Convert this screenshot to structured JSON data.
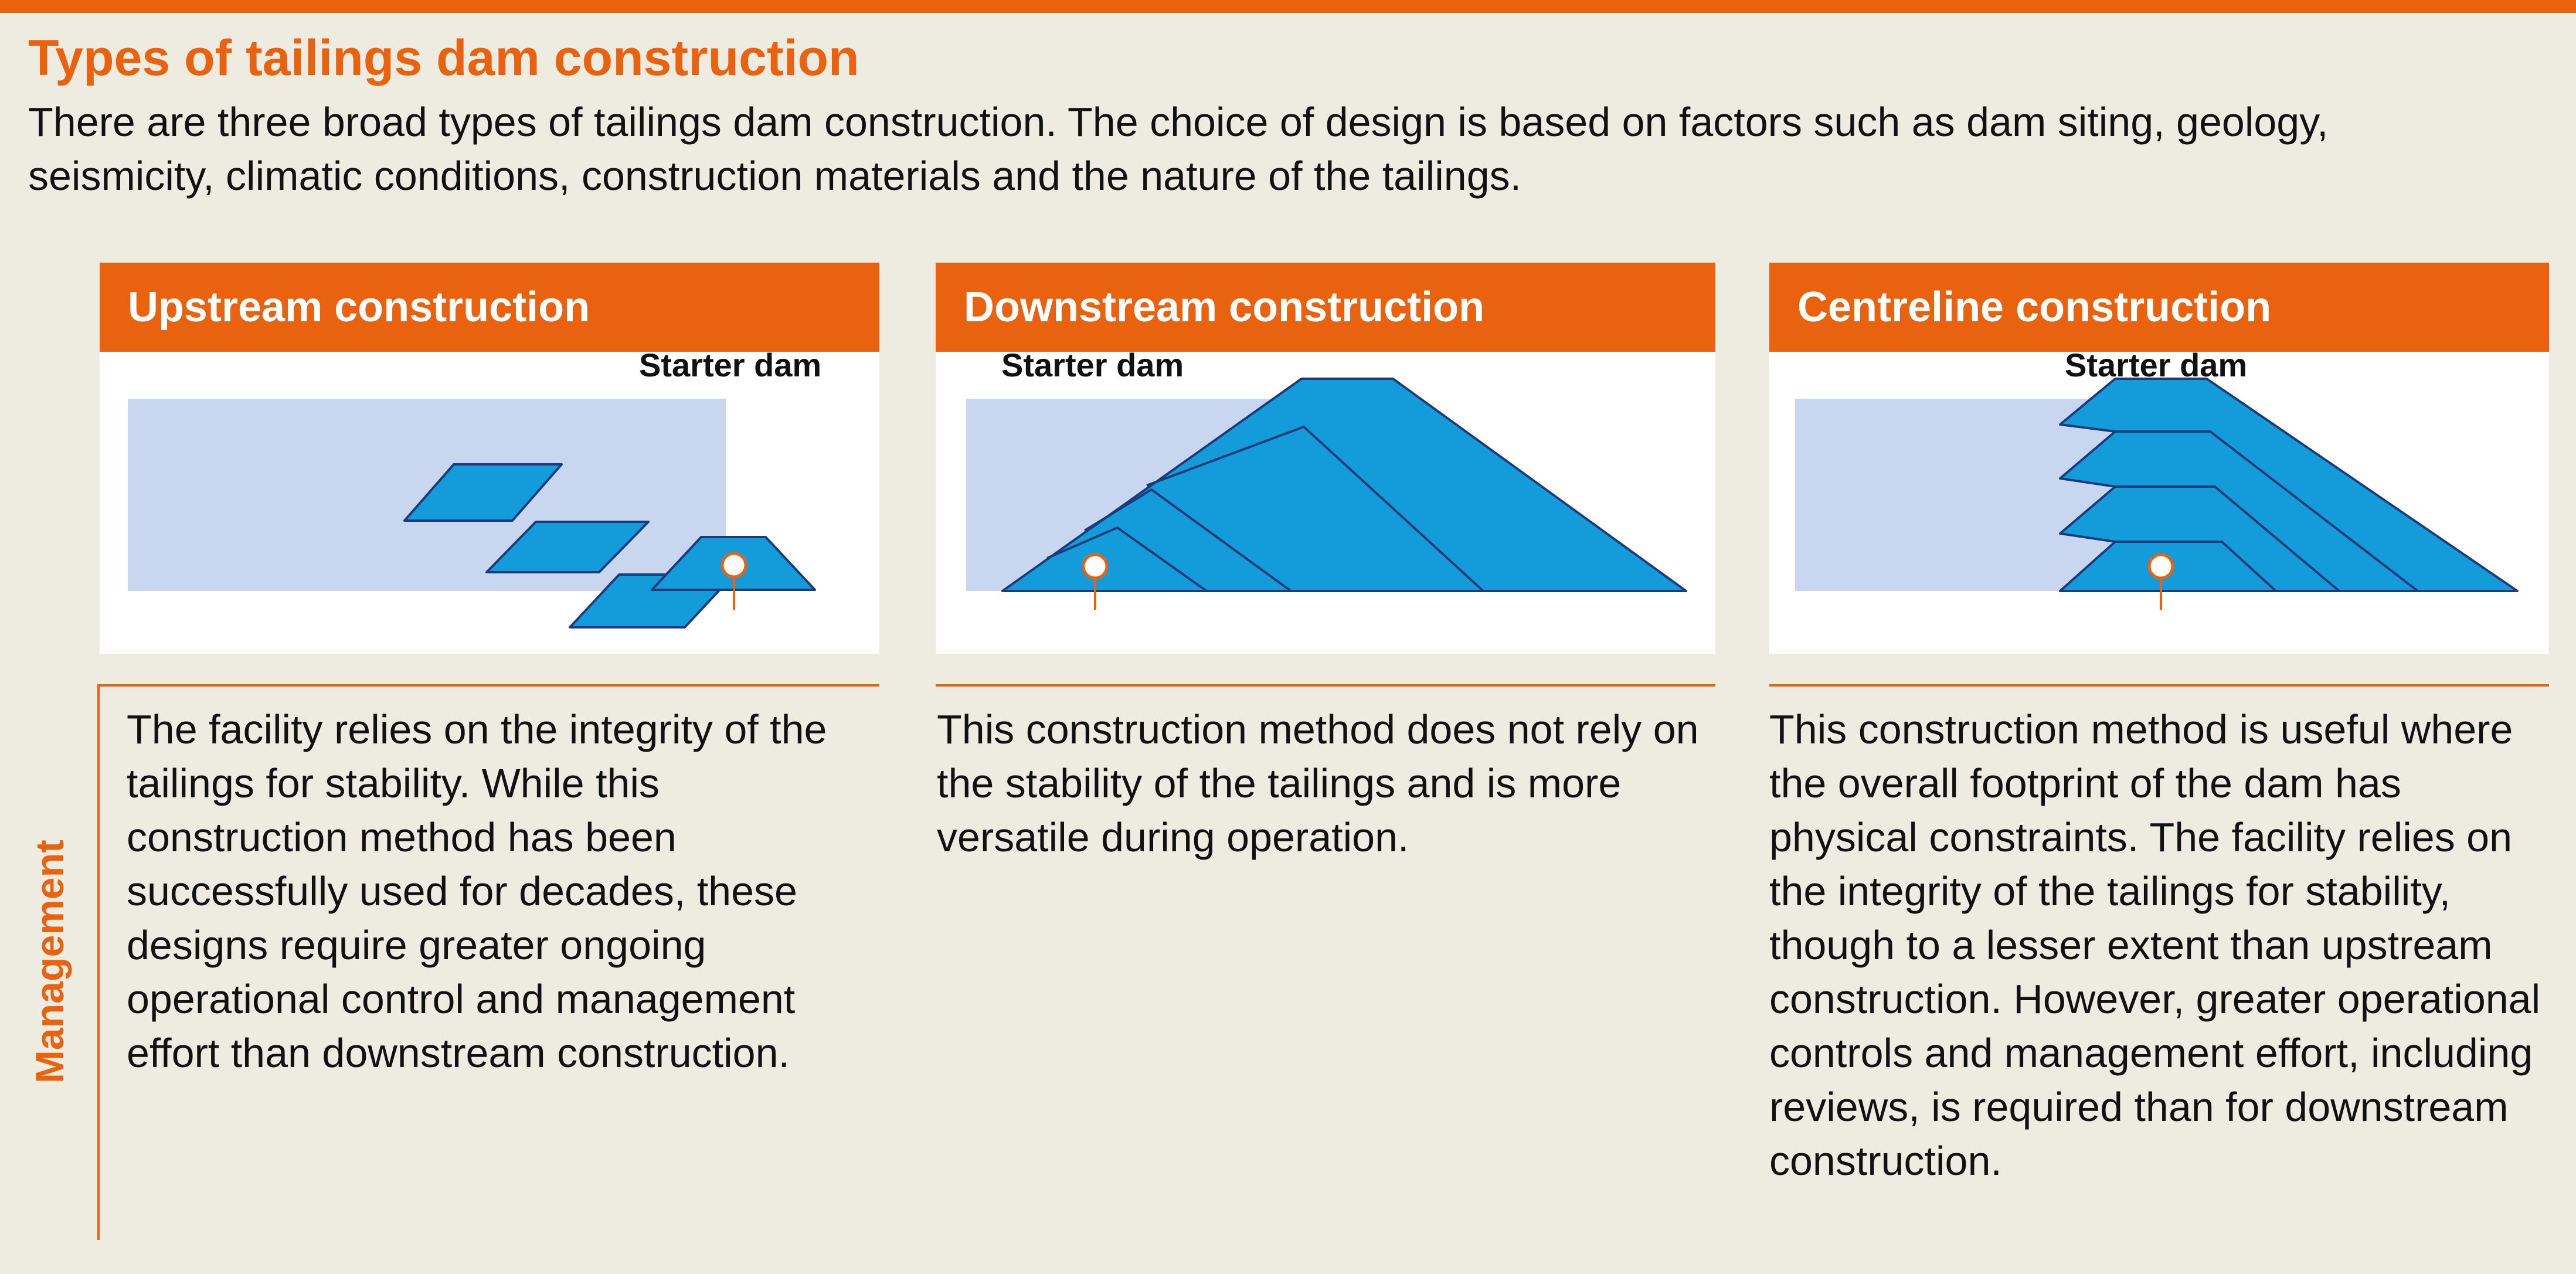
{
  "title": "Types of tailings dam construction",
  "intro": "There are three broad types of tailings dam construction. The choice of design is based on factors such as dam siting, geology, seismicity, climatic conditions, construction materials and the nature of the tailings.",
  "side_label": "Management",
  "colors": {
    "accent": "#e8620f",
    "background": "#eeebe1",
    "tailings_fill": "#c8d7ef",
    "dam_fill": "#149bd9",
    "dam_stroke": "#1c3b7c"
  },
  "panels": [
    {
      "heading": "Upstream construction",
      "starter_label": "Starter dam",
      "description": "The facility relies on the integrity of the tailings for stability. While this construction method has been successfully used for decades, these designs require greater ongoing operational control and management effort than downstream construction."
    },
    {
      "heading": "Downstream construction",
      "starter_label": "Starter dam",
      "description": "This construction method does not rely on the stability of the tailings and is more versatile during operation."
    },
    {
      "heading": "Centreline construction",
      "starter_label": "Starter dam",
      "description": "This construction method is useful where the overall footprint of the dam has physical constraints. The facility relies on the integrity of the tailings for stability, though to a lesser extent than upstream construction. However, greater operational controls and management effort, including reviews, is required than for downstream construction."
    }
  ]
}
